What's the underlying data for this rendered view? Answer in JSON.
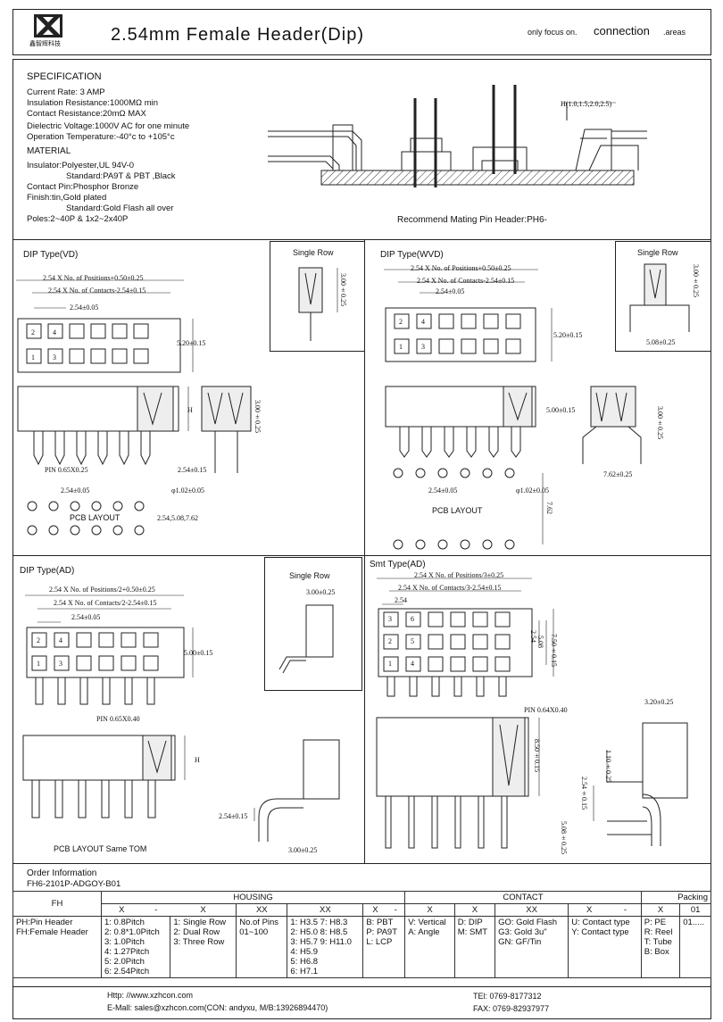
{
  "header": {
    "logo_text": "鑫智辉科技",
    "title": "2.54mm Female Header(Dip)",
    "tagline_prefix": "only focus on.",
    "tagline_main": "connection",
    "tagline_suffix": ".areas"
  },
  "specification": {
    "heading": "SPECIFICATION",
    "lines": [
      "Current Rate: 3 AMP",
      "Insulation Resistance:1000MΩ  min",
      "Contact Resistance:20mΩ  MAX",
      "Dielectric Voltage:1000V AC for one minute",
      "Operation Temperature:-40°c to +105°c"
    ],
    "material_heading": "MATERIAL",
    "material_lines": [
      "Insulator:Polyester,UL 94V-0",
      "Standard:PA9T & PBT ,Black",
      "Contact Pin:Phosphor Bronze",
      "Finish:tin,Gold plated",
      "Standard:Gold Flash all over",
      "Poles:2~40P & 1x2~2x40P"
    ],
    "h_label": "H(1.0,1.5,2.0,2.5)",
    "mating_label": "Recommend Mating Pin Header:PH6-"
  },
  "vd": {
    "title": "DIP Type(VD)",
    "dim1": "2.54 X No. of Positions+0.50±0.25",
    "dim2": "2.54 X No. of Contacts-2.54±0.15",
    "pitch": "2.54±0.05",
    "height": "5.20±0.15",
    "h": "H",
    "side_h": "3.00±0.25",
    "pin": "PIN 0.65X0.25",
    "row_pitch": "2.54±0.15",
    "hole_pitch": "2.54±0.05",
    "hole_dia": "φ1.02±0.05",
    "row_options": "2.54,5.08,7.62",
    "pcb": "PCB LAYOUT",
    "single_row": "Single Row",
    "single_h": "3.00±0.25",
    "pin_nums": [
      "2",
      "4",
      "1",
      "3"
    ]
  },
  "wvd": {
    "title": "DIP Type(WVD)",
    "dim1": "2.54 X No. of Positions+0.50±0.25",
    "dim2": "2.54 X No. of Contacts-2.54±0.15",
    "pitch": "2.54±0.05",
    "height": "5.20±0.15",
    "h2": "5.00±0.15",
    "side_h": "3.00±0.25",
    "row_pitch": "7.62±0.25",
    "hole_pitch": "2.54±0.05",
    "hole_dia": "φ1.02±0.05",
    "row_dist": "7.62",
    "pcb": "PCB LAYOUT",
    "single_row": "Single Row",
    "single_h": "3.00±0.25",
    "single_w": "5.08±0.25",
    "pin_nums": [
      "2",
      "4",
      "1",
      "3"
    ]
  },
  "ad": {
    "title": "DIP Type(AD)",
    "dim1": "2.54 X No. of Positions/2+0.50±0.25",
    "dim2": "2.54 X No. of Contacts/2-2.54±0.15",
    "pitch": "2.54±0.05",
    "height": "5.00±0.15",
    "pin": "PIN 0.65X0.40",
    "h": "H",
    "side_pitch": "2.54±0.15",
    "side_w": "3.00±0.25",
    "pcb": "PCB LAYOUT Same TOM",
    "single_row": "Single Row",
    "single_w": "3.00±0.25",
    "pin_nums": [
      "2",
      "4",
      "1",
      "3"
    ]
  },
  "smt": {
    "title": "Smt Type(AD)",
    "dim1": "2.54 X No. of Positions/3±0.25",
    "dim2": "2.54 X No. of Contacts/3-2.54±0.15",
    "pitch": "2.54",
    "d1": "2.54",
    "d2": "5.08",
    "height": "7.50±0.15",
    "pin": "PIN 0.64X0.40",
    "side_h": "8.50±0.15",
    "r_w": "3.20±0.25",
    "r_h": "1.10±0.25",
    "r_p": "2.54±0.15",
    "r_b": "5.08±0.25",
    "pin_nums": [
      "3",
      "6",
      "2",
      "5",
      "1",
      "4"
    ]
  },
  "order": {
    "heading": "Order Information",
    "code": "FH6-2101P-ADGOY-B01",
    "fh": "FH",
    "housing": "HOUSING",
    "contact": "CONTACT",
    "packing": "Packing",
    "codes": [
      "X",
      "-",
      "X",
      "XX",
      "XX",
      "X",
      "-",
      "X",
      "X",
      "XX",
      "X",
      "-",
      "X",
      "01"
    ],
    "col_fh": [
      "PH:Pin Header",
      "FH:Female Header"
    ],
    "col_pitch": [
      "1: 0.8Pitch",
      "2: 0.8*1.0Pitch",
      "3: 1.0Pitch",
      "4: 1.27Pitch",
      "5: 2.0Pitch",
      "6: 2.54Pitch"
    ],
    "col_rows": [
      "1: Single Row",
      "2: Dual Row",
      "3: Three Row"
    ],
    "col_pins": [
      "No.of Pins",
      "01~100"
    ],
    "col_h": [
      "1: H3.5  7: H8.3",
      "2: H5.0  8: H8.5",
      "3: H5.7  9: H11.0",
      "4: H5.9",
      "5: H6.8",
      "6: H7.1"
    ],
    "col_mat": [
      "B: PBT",
      "P: PA9T",
      "L: LCP"
    ],
    "col_orient": [
      "V: Vertical",
      "A: Angle"
    ],
    "col_type": [
      "D: DIP",
      "M: SMT"
    ],
    "col_plating": [
      "GO: Gold Flash",
      "G3: Gold 3u\"",
      "GN: GF/Tin"
    ],
    "col_contact": [
      "U: Contact type",
      "Y: Contact type"
    ],
    "col_pack": [
      "P: PE",
      "R: Reel",
      "T: Tube",
      "B: Box"
    ],
    "col_num": [
      "01....."
    ]
  },
  "footer": {
    "web": "Http: //www.xzhcon.com",
    "mail": "E-Mall: sales@xzhcon.com(CON: andyxu, M/B:13926894470)",
    "tel": "TEl: 0769-8177312",
    "fax": "FAX: 0769-82937977"
  }
}
